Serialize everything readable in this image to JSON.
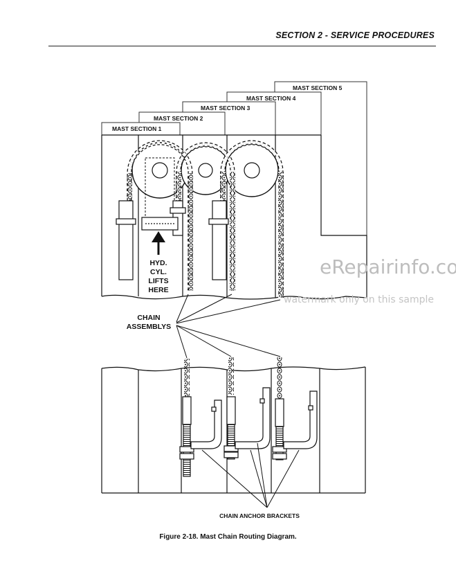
{
  "header": {
    "section_title": "SECTION 2 - SERVICE PROCEDURES"
  },
  "diagram": {
    "mast_sections": [
      "MAST SECTION 1",
      "MAST SECTION 2",
      "MAST SECTION 3",
      "MAST SECTION 4",
      "MAST SECTION 5"
    ],
    "arrow_label": [
      "HYD.",
      "CYL.",
      "LIFTS",
      "HERE"
    ],
    "chain_label": [
      "CHAIN",
      "ASSEMBLYS"
    ],
    "bracket_label": "CHAIN ANCHOR BRACKETS"
  },
  "watermark": {
    "brand": "eRepairinfo.com",
    "note": "watermark only on this sample"
  },
  "caption": "Figure 2-18.  Mast Chain Routing Diagram."
}
